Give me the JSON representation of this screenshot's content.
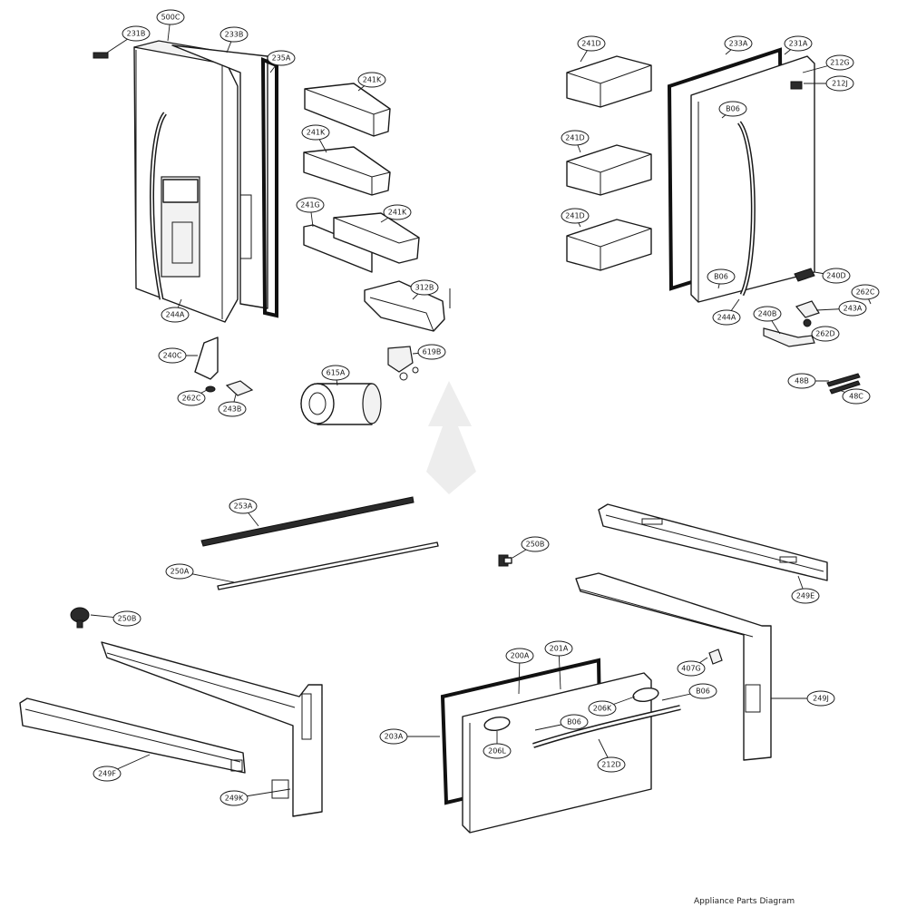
{
  "callouts": {
    "c500C": "500C",
    "c231B": "231B",
    "c233B": "233B",
    "c235A": "235A",
    "c241K_1": "241K",
    "c241K_2": "241K",
    "c241G": "241G",
    "c241K_3": "241K",
    "c312B": "312B",
    "c244A": "244A",
    "c240C": "240C",
    "c262C": "262C",
    "c243B": "243B",
    "c619B": "619B",
    "c615A": "615A",
    "c241D_1": "241D",
    "c241D_2": "241D",
    "c241D_3": "241D",
    "c233A": "233A",
    "c231A": "231A",
    "c212G": "212G",
    "c212J": "212J",
    "c806_1": "B06",
    "c806_2": "B06",
    "c244A_r": "244A",
    "c240B": "240B",
    "c240D": "240D",
    "c262C_r": "262C",
    "c243A": "243A",
    "c262D": "262D",
    "c48B": "48B",
    "c48C": "48C",
    "c253A": "253A",
    "c250A": "250A",
    "c250B_1": "250B",
    "c250B_2": "250B",
    "c249E": "249E",
    "c249F": "249F",
    "c249K": "249K",
    "c200A": "200A",
    "c201A": "201A",
    "c203A": "203A",
    "c206K": "206K",
    "c806_3": "B06",
    "c806_4": "B06",
    "c206L": "206L",
    "c212D": "212D",
    "c407G": "407G",
    "c249J": "249J"
  },
  "footer": {
    "text": "Appliance Parts Diagram"
  }
}
